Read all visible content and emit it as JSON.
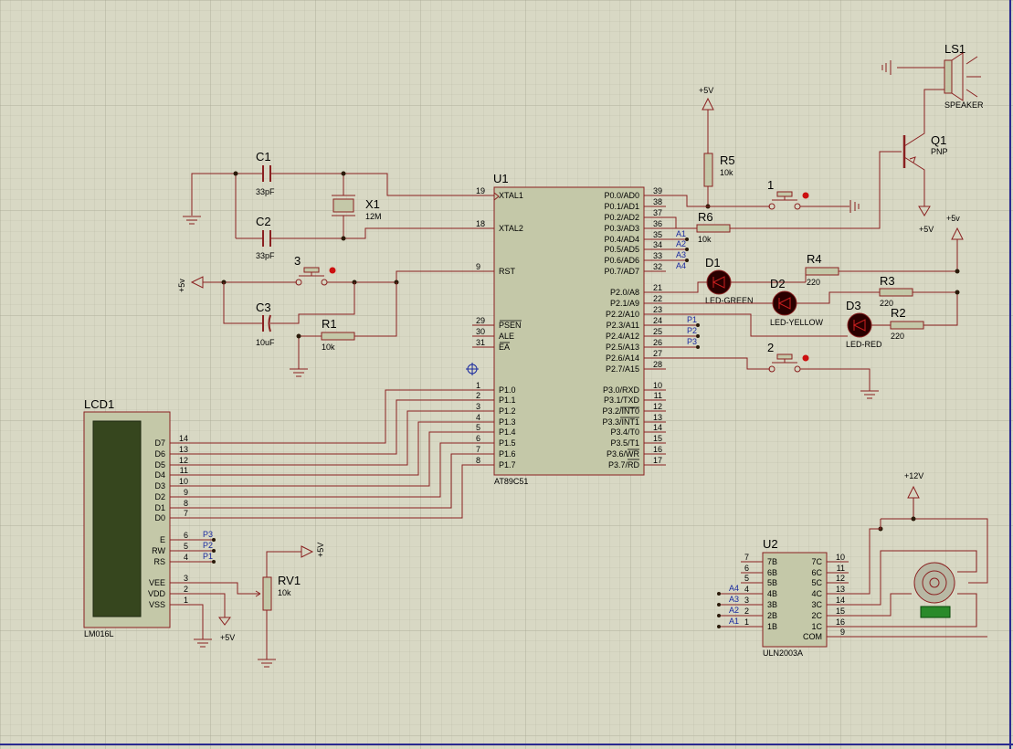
{
  "components": {
    "U1": {
      "ref": "U1",
      "part": "AT89C51"
    },
    "LCD1": {
      "ref": "LCD1",
      "part": "LM016L"
    },
    "U2": {
      "ref": "U2",
      "part": "ULN2003A"
    },
    "LS1": {
      "ref": "LS1",
      "part": "SPEAKER"
    },
    "Q1": {
      "ref": "Q1",
      "part": "PNP"
    },
    "C1": {
      "ref": "C1",
      "value": "33pF"
    },
    "C2": {
      "ref": "C2",
      "value": "33pF"
    },
    "C3": {
      "ref": "C3",
      "value": "10uF"
    },
    "X1": {
      "ref": "X1",
      "value": "12M"
    },
    "R1": {
      "ref": "R1",
      "value": "10k"
    },
    "R2": {
      "ref": "R2",
      "value": "220"
    },
    "R3": {
      "ref": "R3",
      "value": "220"
    },
    "R4": {
      "ref": "R4",
      "value": "220"
    },
    "R5": {
      "ref": "R5",
      "value": "10k"
    },
    "R6": {
      "ref": "R6",
      "value": "10k"
    },
    "RV1": {
      "ref": "RV1",
      "value": "10k"
    },
    "D1": {
      "ref": "D1",
      "value": "LED-GREEN"
    },
    "D2": {
      "ref": "D2",
      "value": "LED-YELLOW"
    },
    "D3": {
      "ref": "D3",
      "value": "LED-RED"
    },
    "SW1": {
      "ref": "1"
    },
    "SW2": {
      "ref": "2"
    },
    "SW3": {
      "ref": "3"
    }
  },
  "power": {
    "p5v_r5": "+5V",
    "p5v_q1": "+5V",
    "p5v_leds": "+5v",
    "p5v_rst": "+5v",
    "p5v_rv1": "+5V",
    "p5v_lcd": "+5V",
    "p12v": "+12V"
  },
  "u1_left_pins": [
    {
      "num": "19",
      "name": "XTAL1"
    },
    {
      "num": "18",
      "name": "XTAL2"
    },
    {
      "num": "9",
      "name": "RST"
    },
    {
      "num": "29",
      "name": "PSEN"
    },
    {
      "num": "30",
      "name": "ALE"
    },
    {
      "num": "31",
      "name": "EA"
    },
    {
      "num": "1",
      "name": "P1.0"
    },
    {
      "num": "2",
      "name": "P1.1"
    },
    {
      "num": "3",
      "name": "P1.2"
    },
    {
      "num": "4",
      "name": "P1.3"
    },
    {
      "num": "5",
      "name": "P1.4"
    },
    {
      "num": "6",
      "name": "P1.5"
    },
    {
      "num": "7",
      "name": "P1.6"
    },
    {
      "num": "8",
      "name": "P1.7"
    }
  ],
  "u1_right_pins": [
    {
      "num": "39",
      "name": "P0.0/AD0"
    },
    {
      "num": "38",
      "name": "P0.1/AD1"
    },
    {
      "num": "37",
      "name": "P0.2/AD2"
    },
    {
      "num": "36",
      "name": "P0.3/AD3"
    },
    {
      "num": "35",
      "name": "P0.4/AD4"
    },
    {
      "num": "34",
      "name": "P0.5/AD5"
    },
    {
      "num": "33",
      "name": "P0.6/AD6"
    },
    {
      "num": "32",
      "name": "P0.7/AD7"
    },
    {
      "num": "21",
      "name": "P2.0/A8"
    },
    {
      "num": "22",
      "name": "P2.1/A9"
    },
    {
      "num": "23",
      "name": "P2.2/A10"
    },
    {
      "num": "24",
      "name": "P2.3/A11"
    },
    {
      "num": "25",
      "name": "P2.4/A12"
    },
    {
      "num": "26",
      "name": "P2.5/A13"
    },
    {
      "num": "27",
      "name": "P2.6/A14"
    },
    {
      "num": "28",
      "name": "P2.7/A15"
    },
    {
      "num": "10",
      "name": "P3.0/RXD"
    },
    {
      "num": "11",
      "name": "P3.1/TXD"
    },
    {
      "num": "12",
      "name": "P3.2/INT0"
    },
    {
      "num": "13",
      "name": "P3.3/INT1"
    },
    {
      "num": "14",
      "name": "P3.4/T0"
    },
    {
      "num": "15",
      "name": "P3.5/T1"
    },
    {
      "num": "16",
      "name": "P3.6/WR"
    },
    {
      "num": "17",
      "name": "P3.7/RD"
    }
  ],
  "lcd_pins": [
    {
      "num": "14",
      "name": "D7"
    },
    {
      "num": "13",
      "name": "D6"
    },
    {
      "num": "12",
      "name": "D5"
    },
    {
      "num": "11",
      "name": "D4"
    },
    {
      "num": "10",
      "name": "D3"
    },
    {
      "num": "9",
      "name": "D2"
    },
    {
      "num": "8",
      "name": "D1"
    },
    {
      "num": "7",
      "name": "D0"
    },
    {
      "num": "6",
      "name": "E"
    },
    {
      "num": "5",
      "name": "RW"
    },
    {
      "num": "4",
      "name": "RS"
    },
    {
      "num": "3",
      "name": "VEE"
    },
    {
      "num": "2",
      "name": "VDD"
    },
    {
      "num": "1",
      "name": "VSS"
    }
  ],
  "uln_left_pins": [
    {
      "num": "7",
      "name": "7B"
    },
    {
      "num": "6",
      "name": "6B"
    },
    {
      "num": "5",
      "name": "5B"
    },
    {
      "num": "4",
      "name": "4B"
    },
    {
      "num": "3",
      "name": "3B"
    },
    {
      "num": "2",
      "name": "2B"
    },
    {
      "num": "1",
      "name": "1B"
    }
  ],
  "uln_right_pins": [
    {
      "num": "10",
      "name": "7C"
    },
    {
      "num": "11",
      "name": "6C"
    },
    {
      "num": "12",
      "name": "5C"
    },
    {
      "num": "13",
      "name": "4C"
    },
    {
      "num": "14",
      "name": "3C"
    },
    {
      "num": "15",
      "name": "2C"
    },
    {
      "num": "16",
      "name": "1C"
    },
    {
      "num": "9",
      "name": "COM"
    }
  ],
  "net_labels": {
    "A1": "A1",
    "A2": "A2",
    "A3": "A3",
    "A4": "A4",
    "P1": "P1",
    "P2": "P2",
    "P3": "P3"
  }
}
